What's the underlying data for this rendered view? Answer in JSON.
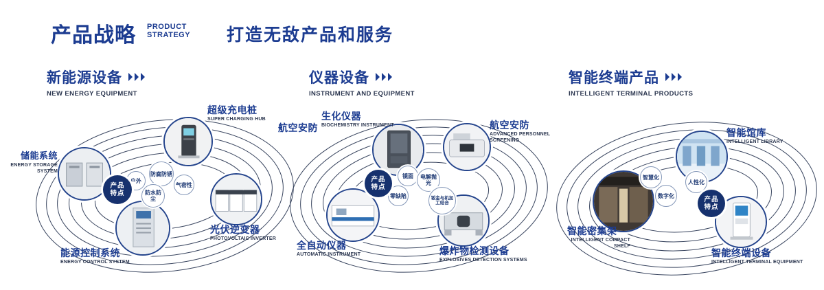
{
  "header": {
    "title_cn": "产品战略",
    "title_en1": "PRODUCT",
    "title_en2": "STRATEGY",
    "slogan": "打造无敌产品和服务"
  },
  "badge": {
    "line1": "产品",
    "line2": "特点"
  },
  "colors": {
    "navy": "#1c3c91",
    "badge_bg": "#16316e",
    "ring": "#39455f"
  },
  "sections": [
    {
      "title_cn": "新能源设备",
      "title_en": "NEW ENERGY EQUIPMENT",
      "features": [
        "户外",
        "防腐防锈",
        "气密性",
        "防水防尘"
      ],
      "products": [
        {
          "name_cn": "储能系统",
          "name_en": "ENERGY STORAGE SYSTEM"
        },
        {
          "name_cn": "超级充电桩",
          "name_en": "SUPER CHARGING HUB"
        },
        {
          "name_cn": "光伏逆变器",
          "name_en": "PHOTOVOLTAIC INVERTER"
        },
        {
          "name_cn": "能源控制系统",
          "name_en": "ENERGY CONTROL SYSTEM"
        }
      ]
    },
    {
      "title_cn": "仪器设备",
      "title_en": "INSTRUMENT AND EQUIPMENT",
      "extra_label": "航空安防",
      "features": [
        "镜面",
        "电解抛光",
        "零缺陷",
        "钣金与机加工结合"
      ],
      "products": [
        {
          "name_cn": "生化仪器",
          "name_en": "BIOCHEMISTRY INSTRUMENT"
        },
        {
          "name_cn": "航空安防",
          "name_en": "ADVANCED PERSONNEL SCREENING"
        },
        {
          "name_cn": "全自动仪器",
          "name_en": "AUTOMATIC INSTRUMENT"
        },
        {
          "name_cn": "爆炸物检测设备",
          "name_en": "EXPLOSIVES DETECTION SYSTEMS"
        }
      ]
    },
    {
      "title_cn": "智能终端产品",
      "title_en": "INTELLIGENT TERMINAL PRODUCTS",
      "features": [
        "智慧化",
        "人性化",
        "数字化"
      ],
      "products": [
        {
          "name_cn": "智能馆库",
          "name_en": "INTELLIGENT LIBRARY"
        },
        {
          "name_cn": "智能密集架",
          "name_en": "INTELLIGENT COMPACT SHELF"
        },
        {
          "name_cn": "智能终端设备",
          "name_en": "INTELLIGENT TERMINAL EQUIPMENT"
        }
      ]
    }
  ]
}
